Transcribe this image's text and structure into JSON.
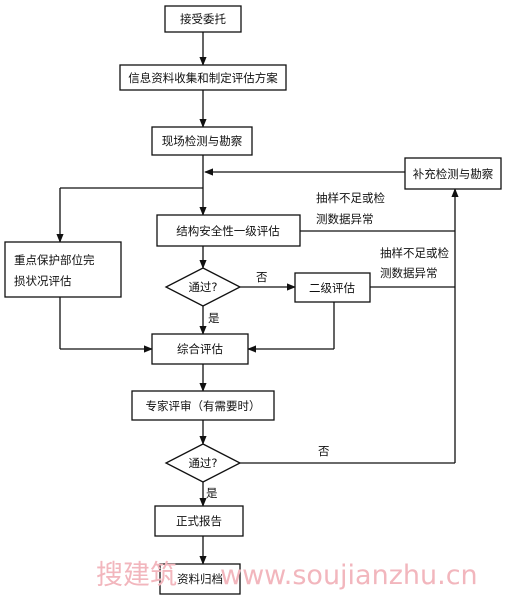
{
  "nodes": {
    "accept": "接受委托",
    "collect": "信息资料收集和制定评估方案",
    "survey": "现场检测与勘察",
    "supplement": "补充检测与勘察",
    "level1": "结构安全性一级评估",
    "protect_line1": "重点保护部位完",
    "protect_line2": "损状况评估",
    "decision1": "通过?",
    "level2": "二级评估",
    "overall": "综合评估",
    "expert": "专家评审（有需要时）",
    "decision2": "通过?",
    "report": "正式报告",
    "archive": "资料归档"
  },
  "edge_labels": {
    "anomaly1_line1": "抽样不足或检",
    "anomaly1_line2": "测数据异常",
    "anomaly2_line1": "抽样不足或检",
    "anomaly2_line2": "测数据异常",
    "d1_no": "否",
    "d1_yes": "是",
    "d2_no": "否",
    "d2_yes": "是"
  },
  "watermark": {
    "cn": "搜建筑",
    "url": "www.soujianzhu.cn"
  },
  "colors": {
    "line": "#111111",
    "watermark": "#f2b6bd"
  }
}
